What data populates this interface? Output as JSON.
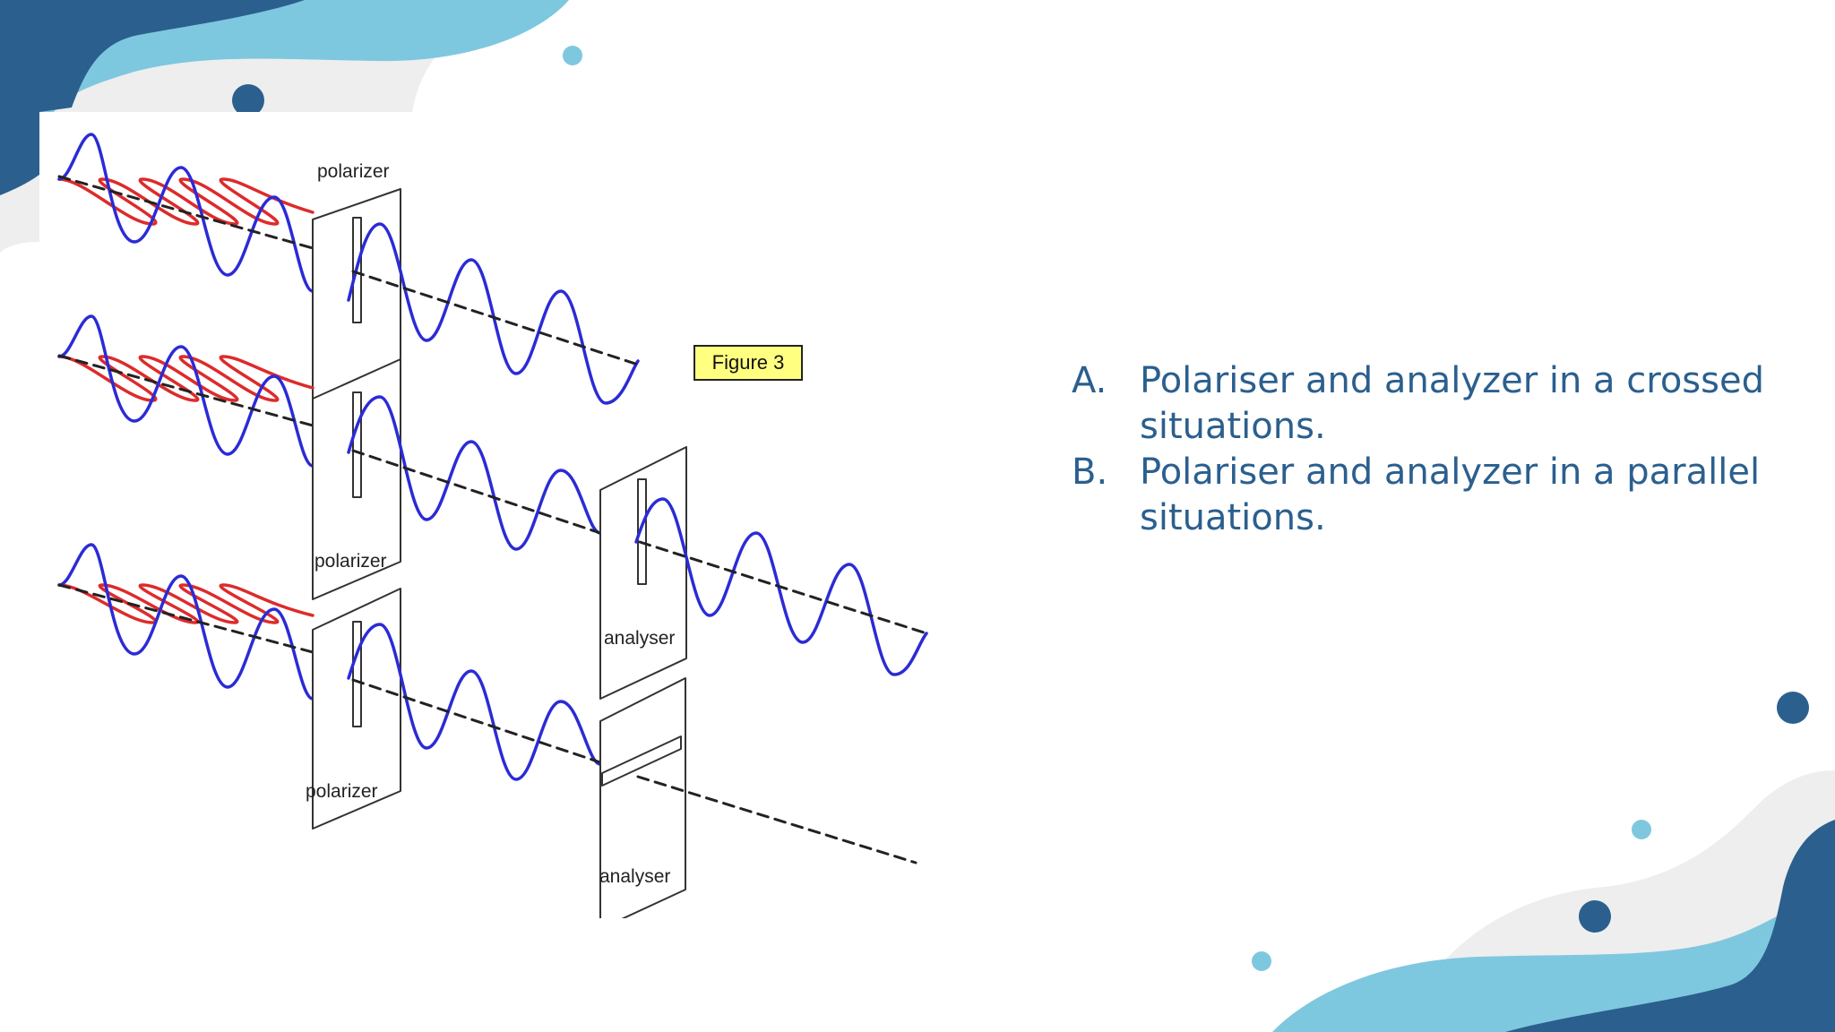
{
  "colors": {
    "dark_blue": "#2b5f8e",
    "light_blue": "#7ec8df",
    "light_gray": "#eeeeee",
    "wave_blue": "#2b2bd6",
    "wave_red": "#dd2b2b",
    "figure_tag_bg": "#ffff80",
    "text_blue": "#2b5f8e"
  },
  "diagram": {
    "labels": {
      "polarizer_1": "polarizer",
      "polarizer_2": "polarizer",
      "polarizer_3": "polarizer",
      "analyser_1": "analyser",
      "analyser_2": "analyser"
    },
    "figure_tag": "Figure 3"
  },
  "options": [
    {
      "marker": "A.",
      "text": "Polariser and analyzer in a crossed situations."
    },
    {
      "marker": "B.",
      "text": "Polariser and analyzer in a parallel situations."
    }
  ]
}
